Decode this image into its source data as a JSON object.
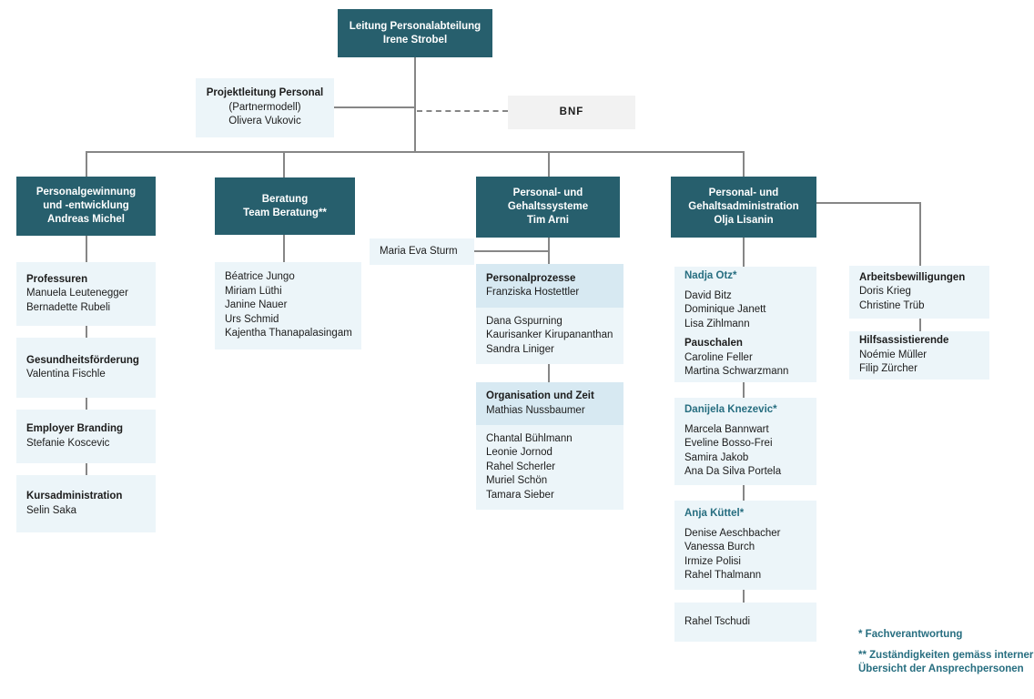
{
  "palette": {
    "dark_teal": "#275f6d",
    "light_box": "#ecf5f9",
    "subheader_box": "#d7e9f2",
    "bnf_box": "#f2f2f2",
    "line_gray": "#868686",
    "lead_teal": "#276e80"
  },
  "root_box": {
    "title": "Leitung Personalabteilung",
    "name": "Irene Strobel"
  },
  "project_box": {
    "title": "Projektleitung Personal",
    "subtitle": "(Partnermodell)",
    "name": "Olivera Vukovic"
  },
  "bnf_box": {
    "label": "BNF"
  },
  "recruitment": {
    "title1": "Personalgewinnung",
    "title2": "und -entwicklung",
    "lead": "Andreas Michel",
    "professuren": {
      "title": "Professuren",
      "members": [
        "Manuela Leutenegger",
        "Bernadette Rubeli"
      ]
    },
    "gesundheit": {
      "title": "Gesundheitsförderung",
      "members": [
        "Valentina Fischle"
      ]
    },
    "branding": {
      "title": "Employer Branding",
      "members": [
        "Stefanie Koscevic"
      ]
    },
    "kurs": {
      "title": "Kursadministration",
      "members": [
        "Selin Saka"
      ]
    }
  },
  "beratung": {
    "title1": "Beratung",
    "title2": "Team Beratung**",
    "members": [
      "Béatrice Jungo",
      "Miriam Lüthi",
      "Janine Nauer",
      "Urs Schmid",
      "Kajentha Thanapalasingam"
    ]
  },
  "systeme": {
    "title1": "Personal- und",
    "title2": "Gehaltssysteme",
    "lead": "Tim Arni",
    "assistant": "Maria Eva Sturm",
    "prozesse": {
      "title": "Personalprozesse",
      "lead": "Franziska Hostettler",
      "members": [
        "Dana Gspurning",
        "Kaurisanker Kirupananthan",
        "Sandra Liniger"
      ]
    },
    "orgzeit": {
      "title": "Organisation und Zeit",
      "lead": "Mathias Nussbaumer",
      "members": [
        "Chantal Bühlmann",
        "Leonie Jornod",
        "Rahel Scherler",
        "Muriel Schön",
        "Tamara Sieber"
      ]
    }
  },
  "administration": {
    "title1": "Personal- und",
    "title2": "Gehaltsadministration",
    "lead": "Olja Lisanin",
    "team_otz": {
      "lead": "Nadja Otz*",
      "members": [
        "David Bitz",
        "Dominique Janett",
        "Lisa Zihlmann"
      ],
      "subtitle": "Pauschalen",
      "sub_members": [
        "Caroline Feller",
        "Martina Schwarzmann"
      ]
    },
    "team_knezevic": {
      "lead": "Danijela Knezevic*",
      "members": [
        "Marcela Bannwart",
        "Eveline Bosso-Frei",
        "Samira Jakob",
        "Ana Da Silva Portela"
      ]
    },
    "team_kuettel": {
      "lead": "Anja Küttel*",
      "members": [
        "Denise Aeschbacher",
        "Vanessa Burch",
        "Irmize Polisi",
        "Rahel Thalmann"
      ]
    },
    "tschudi": {
      "name": "Rahel Tschudi"
    },
    "bewilligungen": {
      "title": "Arbeitsbewilligungen",
      "members": [
        "Doris Krieg",
        "Christine Trüb"
      ]
    },
    "hilfsassistierende": {
      "title": "Hilfsassistierende",
      "members": [
        "Noémie Müller",
        "Filip Zürcher"
      ]
    }
  },
  "footnotes": {
    "line1": "* Fachverantwortung",
    "line2": "** Zuständigkeiten gemäss interner",
    "line3": "Übersicht der Ansprechpersonen"
  }
}
